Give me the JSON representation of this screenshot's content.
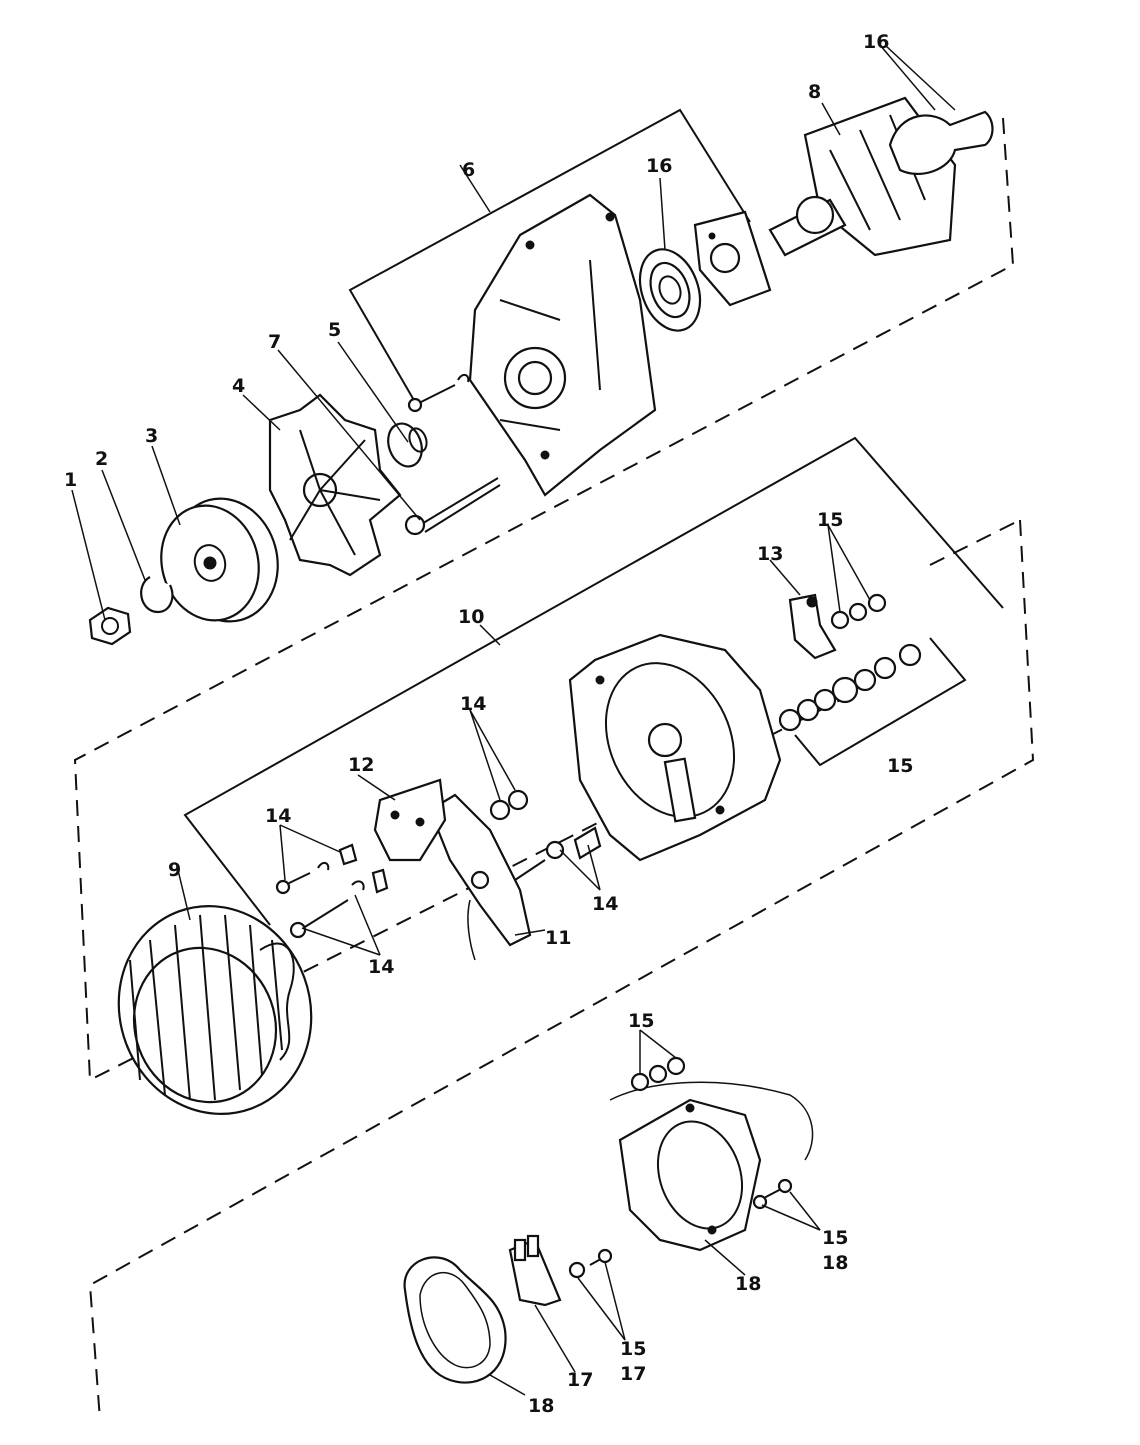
{
  "callouts": {
    "c1": "1",
    "c2": "2",
    "c3": "3",
    "c4": "4",
    "c5": "5",
    "c6": "6",
    "c7": "7",
    "c8": "8",
    "c9": "9",
    "c10": "10",
    "c11": "11",
    "c12": "12",
    "c13": "13",
    "c14a": "14",
    "c14b": "14",
    "c14c": "14",
    "c14d": "14",
    "c15a": "15",
    "c15b": "15",
    "c15c": "15",
    "c15d": "15",
    "c15e": "15",
    "c16a": "16",
    "c16b": "16",
    "c17a": "17",
    "c17b": "17",
    "c18a": "18",
    "c18b": "18",
    "c18c": "18"
  }
}
